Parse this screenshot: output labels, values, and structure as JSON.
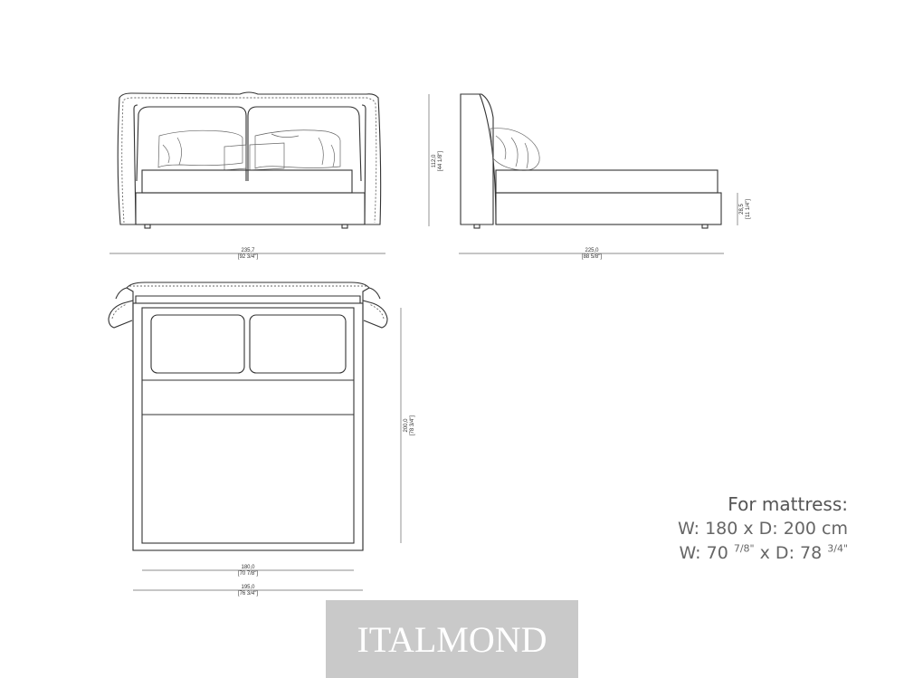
{
  "dimensions": {
    "front_width": "235,7",
    "front_width_in": "[92 3/4\"]",
    "height": "112,0",
    "height_in": "[44 1/8\"]",
    "side_depth": "225,0",
    "side_depth_in": "[88 5/8\"]",
    "frame_height": "28,5",
    "frame_height_in": "[11 1/4\"]",
    "top_length": "200,0",
    "top_length_in": "[78 3/4\"]",
    "mattress_width": "180,0",
    "mattress_width_in": "[70 7/8\"]",
    "frame_width": "195,0",
    "frame_width_in": "[76 3/4\"]"
  },
  "spec": {
    "heading": "For mattress:",
    "metric": "W: 180 x D: 200 cm",
    "imperial_w": "W: 70 ",
    "imperial_w_frac": "7/8\"",
    "imperial_d": " x D: 78 ",
    "imperial_d_frac": "3/4\""
  },
  "brand": {
    "name": "ITALMOND",
    "color": "#c9c9c9"
  }
}
